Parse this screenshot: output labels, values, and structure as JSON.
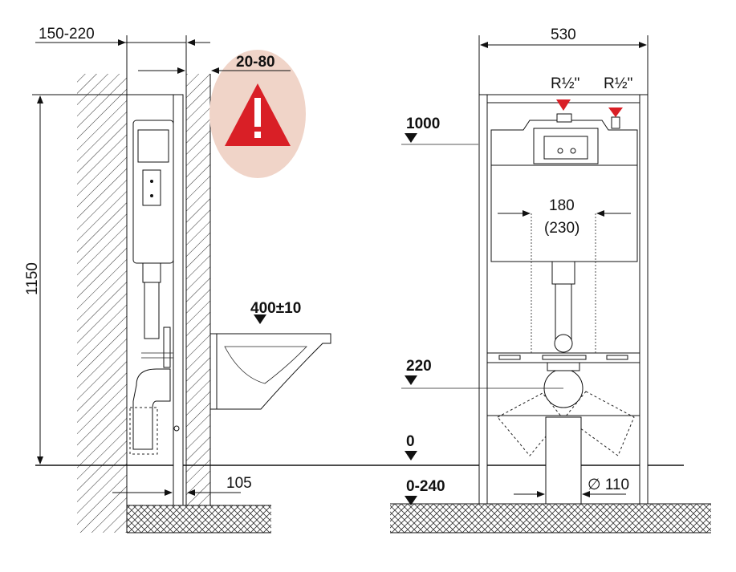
{
  "colors": {
    "warning_red": "#d91f26",
    "warning_circle": "#f0d4c8",
    "line": "#111111"
  },
  "icons": [
    "warning-triangle-icon",
    "inlet-marker-icon"
  ],
  "side_view": {
    "dim_wall_depth": "150-220",
    "dim_cover": "20-80",
    "dim_height": "1150",
    "dim_bowl_height": "400±10",
    "dim_offset": "105"
  },
  "front_view": {
    "dim_width": "530",
    "inlet_left": "R½\"",
    "inlet_right": "R½\"",
    "level_top": "1000",
    "dim_center": "180",
    "dim_center_alt": "(230)",
    "level_drain": "220",
    "level_floor": "0",
    "level_below": "0-240",
    "dim_pipe": "∅ 110"
  }
}
